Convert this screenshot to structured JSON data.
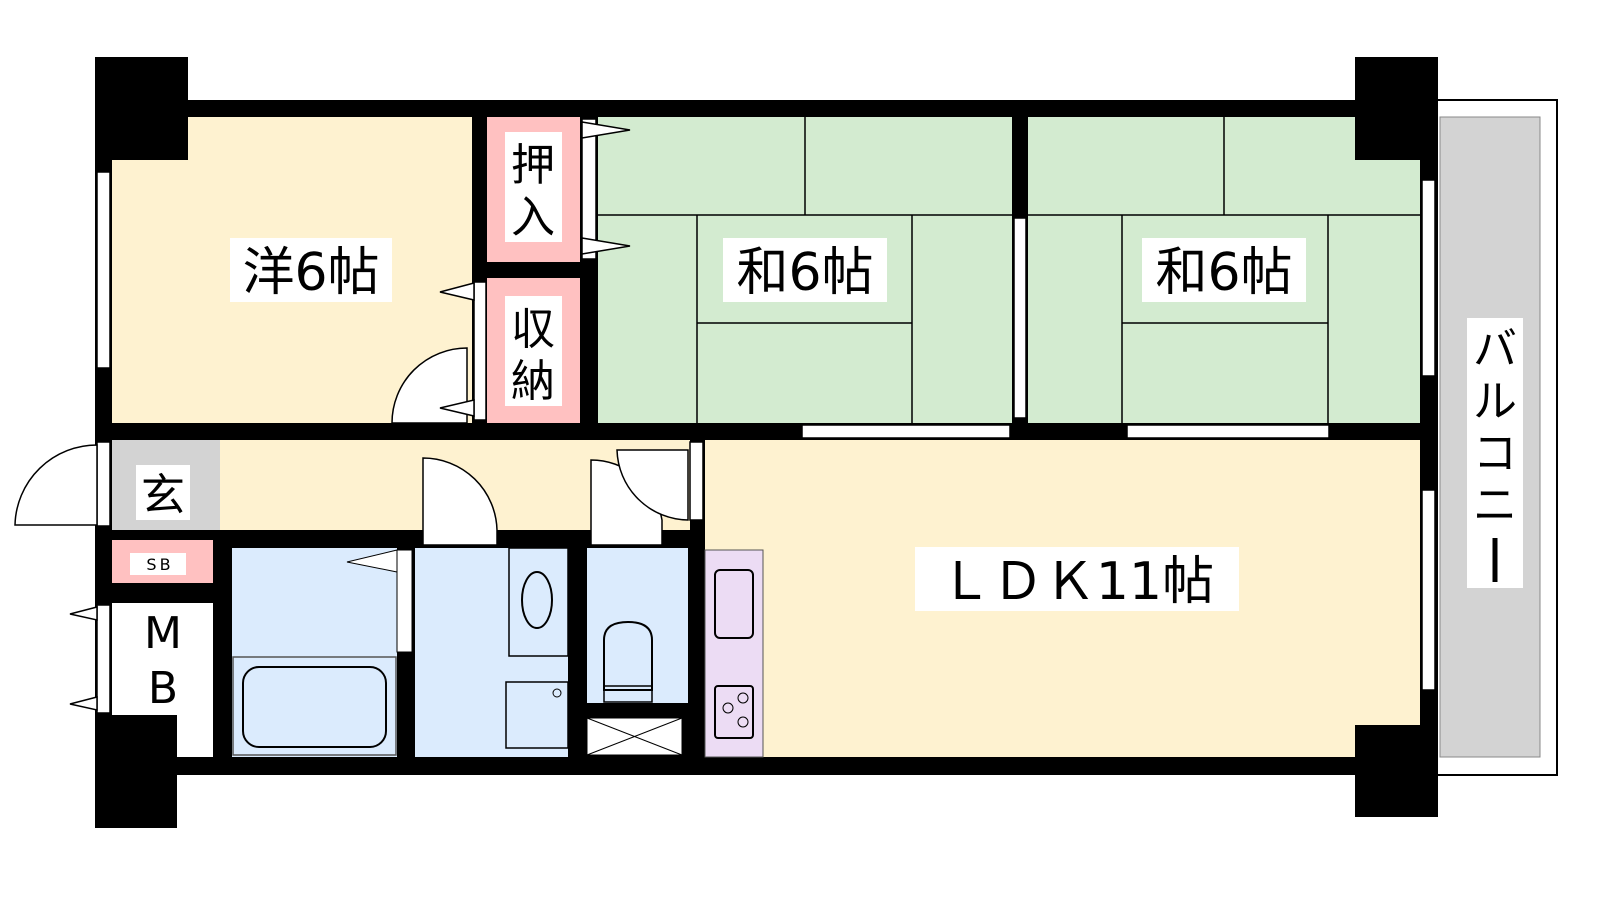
{
  "rooms": {
    "western": "洋6帖",
    "japanese_1": "和6帖",
    "japanese_2": "和6帖",
    "ldk": "ＬＤＫ11帖",
    "oshiire": [
      "押",
      "入"
    ],
    "shuno": [
      "収",
      "納"
    ],
    "genkan": "玄",
    "shoe_box": "SB",
    "meter_box": [
      "M",
      "B"
    ],
    "balcony": [
      "バ",
      "ル",
      "コ",
      "ニ",
      "ー"
    ]
  },
  "colors": {
    "wall": "#000000",
    "western_floor": "#fef2d0",
    "tatami": "#d3ebd0",
    "storage": "#ffc1c1",
    "wet_area": "#dbebfd",
    "kitchen": "#ecdcf4",
    "entrance": "#d3d3d3",
    "balcony": "#d3d3d3"
  }
}
